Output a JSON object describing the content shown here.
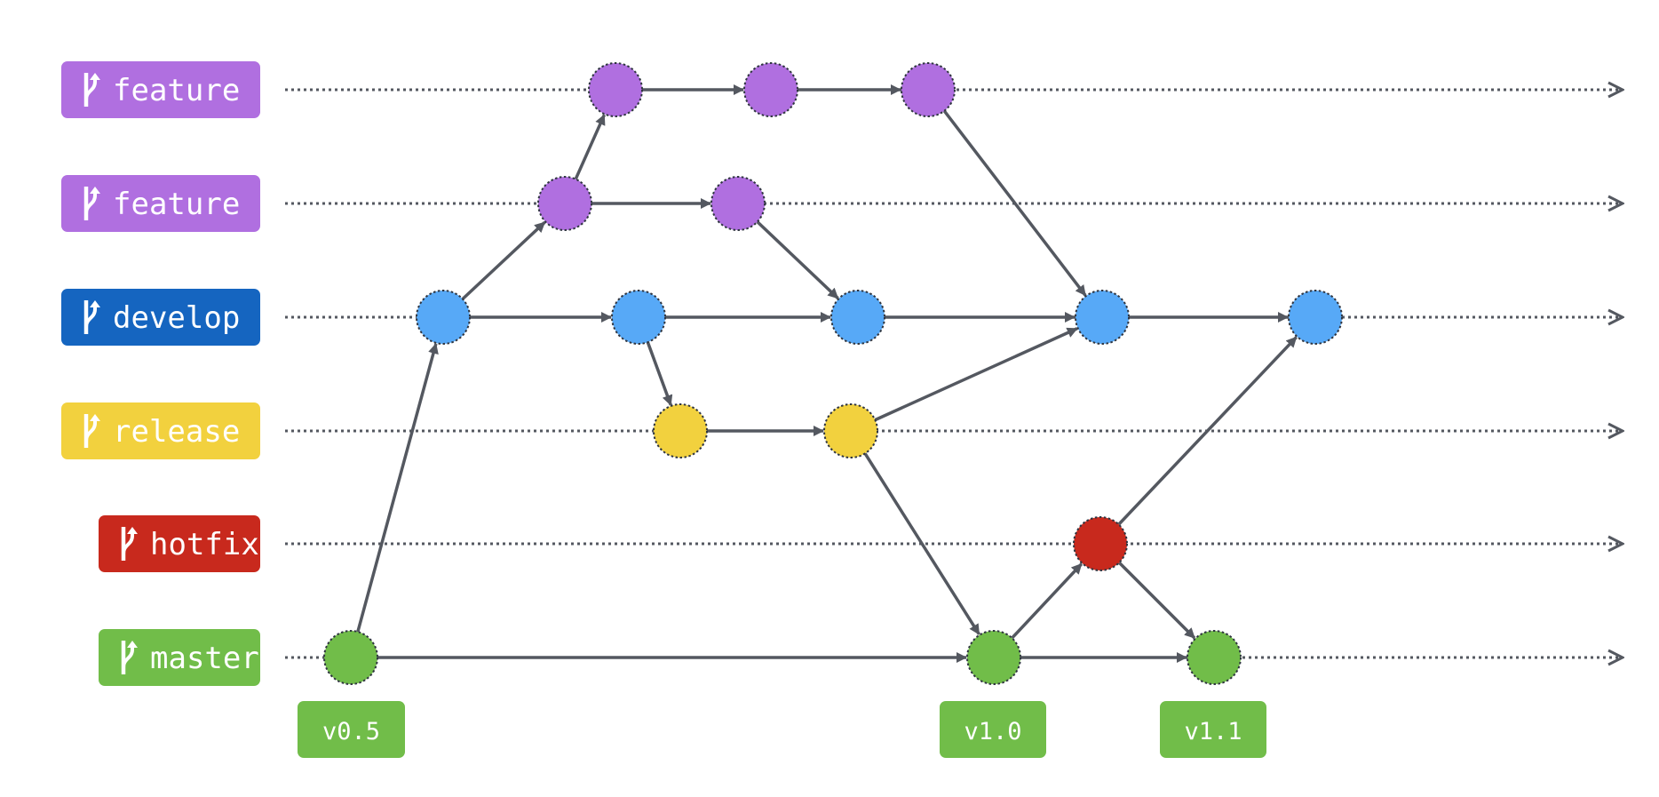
{
  "colors": {
    "feature": "#b06fe0",
    "develop": "#1565c0",
    "develop_commit": "#57a9f7",
    "release": "#f2d13e",
    "hotfix": "#c8291d",
    "master": "#71bd49",
    "edge": "#545860"
  },
  "branches": [
    {
      "id": "feature-1",
      "label": "feature",
      "type": "feature",
      "icon": "branch-icon"
    },
    {
      "id": "feature-2",
      "label": "feature",
      "type": "feature",
      "icon": "branch-icon"
    },
    {
      "id": "develop",
      "label": "develop",
      "type": "develop",
      "icon": "branch-icon"
    },
    {
      "id": "release",
      "label": "release",
      "type": "release",
      "icon": "branch-icon"
    },
    {
      "id": "hotfix",
      "label": "hotfix",
      "type": "hotfix",
      "icon": "branch-icon"
    },
    {
      "id": "master",
      "label": "master",
      "type": "master",
      "icon": "branch-icon"
    }
  ],
  "tags": [
    {
      "label": "v0.5",
      "commit": "m1"
    },
    {
      "label": "v1.0",
      "commit": "m2"
    },
    {
      "label": "v1.1",
      "commit": "m3"
    }
  ],
  "commits": [
    {
      "id": "f1a",
      "lane": 0,
      "color": "feature"
    },
    {
      "id": "f1b",
      "lane": 0,
      "color": "feature"
    },
    {
      "id": "f1c",
      "lane": 0,
      "color": "feature"
    },
    {
      "id": "f2a",
      "lane": 1,
      "color": "feature"
    },
    {
      "id": "f2b",
      "lane": 1,
      "color": "feature"
    },
    {
      "id": "d1",
      "lane": 2,
      "color": "develop_commit"
    },
    {
      "id": "d2",
      "lane": 2,
      "color": "develop_commit"
    },
    {
      "id": "d3",
      "lane": 2,
      "color": "develop_commit"
    },
    {
      "id": "d4",
      "lane": 2,
      "color": "develop_commit"
    },
    {
      "id": "d5",
      "lane": 2,
      "color": "develop_commit"
    },
    {
      "id": "r1",
      "lane": 3,
      "color": "release"
    },
    {
      "id": "r2",
      "lane": 3,
      "color": "release"
    },
    {
      "id": "h1",
      "lane": 4,
      "color": "hotfix"
    },
    {
      "id": "m1",
      "lane": 5,
      "color": "master"
    },
    {
      "id": "m2",
      "lane": 5,
      "color": "master"
    },
    {
      "id": "m3",
      "lane": 5,
      "color": "master"
    }
  ],
  "edges": [
    [
      "m1",
      "d1"
    ],
    [
      "m1",
      "m2"
    ],
    [
      "m2",
      "m3"
    ],
    [
      "m2",
      "h1"
    ],
    [
      "h1",
      "m3"
    ],
    [
      "h1",
      "d5"
    ],
    [
      "d1",
      "f2a"
    ],
    [
      "d1",
      "d2"
    ],
    [
      "d2",
      "d3"
    ],
    [
      "d3",
      "d4"
    ],
    [
      "d4",
      "d5"
    ],
    [
      "d2",
      "r1"
    ],
    [
      "f2a",
      "f1a"
    ],
    [
      "f2a",
      "f2b"
    ],
    [
      "f2b",
      "d3"
    ],
    [
      "f1a",
      "f1b"
    ],
    [
      "f1b",
      "f1c"
    ],
    [
      "f1c",
      "d4"
    ],
    [
      "r1",
      "r2"
    ],
    [
      "r2",
      "d4"
    ],
    [
      "r2",
      "m2"
    ]
  ]
}
